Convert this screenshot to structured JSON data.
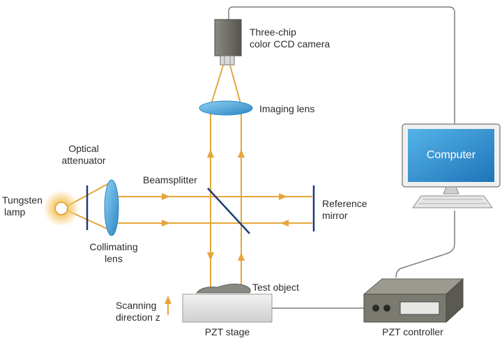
{
  "labels": {
    "camera_line1": "Three-chip",
    "camera_line2": "color CCD camera",
    "imaging_lens": "Imaging lens",
    "optical_attenuator_line1": "Optical",
    "optical_attenuator_line2": "attenuator",
    "beamsplitter": "Beamsplitter",
    "tungsten_lamp_line1": "Tungsten",
    "tungsten_lamp_line2": "lamp",
    "reference_mirror_line1": "Reference",
    "reference_mirror_line2": "mirror",
    "collimating_lens_line1": "Collimating",
    "collimating_lens_line2": "lens",
    "test_object": "Test object",
    "scanning_line1": "Scanning",
    "scanning_line2": "direction z",
    "pzt_stage": "PZT stage",
    "pzt_controller": "PZT controller",
    "computer": "Computer"
  },
  "colors": {
    "beam": "#e3a63a",
    "lens": "#4aa8dc",
    "navy": "#1f3a7a",
    "camera": "#6e6e66",
    "screen": "#2d8fd0",
    "stage": "#e7e7e7",
    "controller": "#7a7a70",
    "wire": "#7d7d7d"
  }
}
